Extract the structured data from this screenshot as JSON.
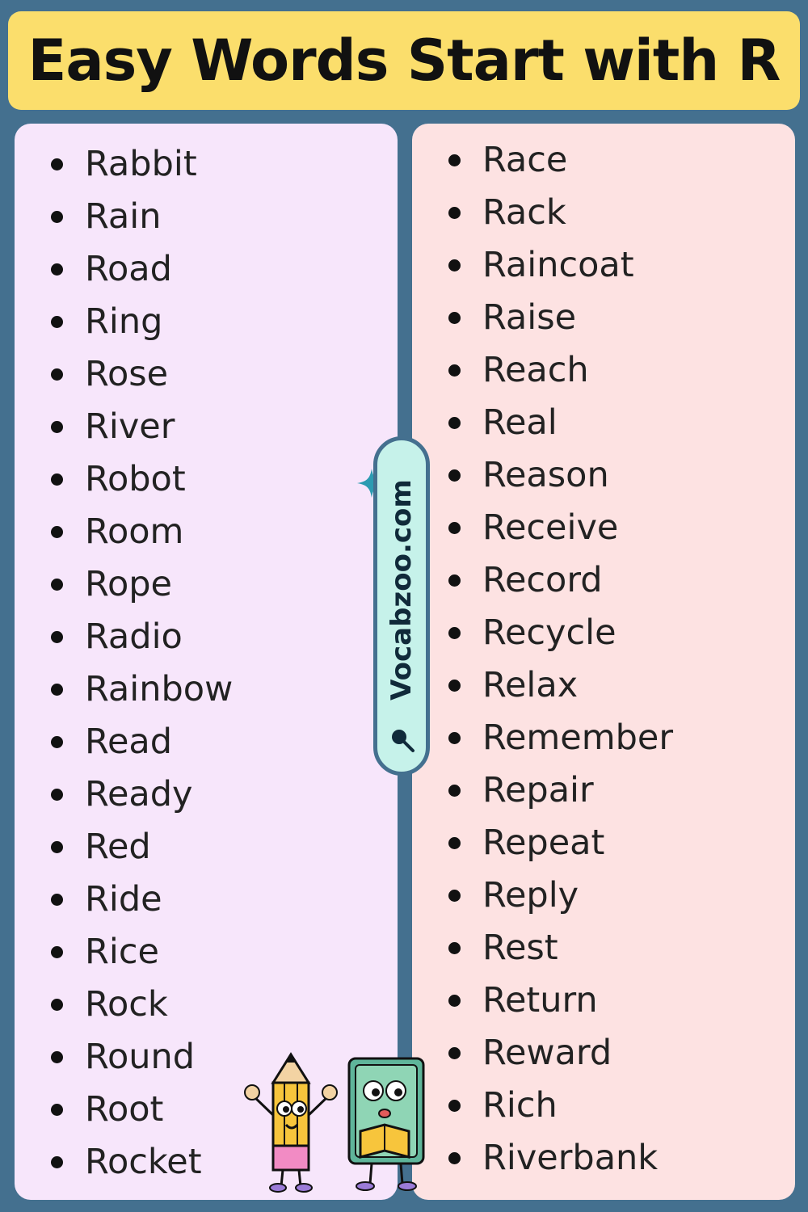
{
  "title": "Easy Words Start with R",
  "left_column": [
    "Rabbit",
    "Rain",
    "Road",
    "Ring",
    "Rose",
    "River",
    "Robot",
    "Room",
    "Rope",
    "Radio",
    "Rainbow",
    "Read",
    "Ready",
    "Red",
    "Ride",
    "Rice",
    "Rock",
    "Round",
    "Root",
    "Rocket"
  ],
  "right_column": [
    "Race",
    "Rack",
    "Raincoat",
    "Raise",
    "Reach",
    "Real",
    "Reason",
    "Receive",
    "Record",
    "Recycle",
    "Relax",
    "Remember",
    "Repair",
    "Repeat",
    "Reply",
    "Rest",
    "Return",
    "Reward",
    "Rich",
    "Riverbank"
  ],
  "watermark": "Vocabzoo.com",
  "icons": {
    "watermark_icon": "magnifier-icon",
    "mascots": "pencil-and-book-mascots-illustration"
  },
  "colors": {
    "background": "#44708f",
    "title_bg": "#fbde6c",
    "left_panel": "#f7e6fb",
    "right_panel": "#fde2e2",
    "watermark_bg": "#c6f2ea"
  }
}
